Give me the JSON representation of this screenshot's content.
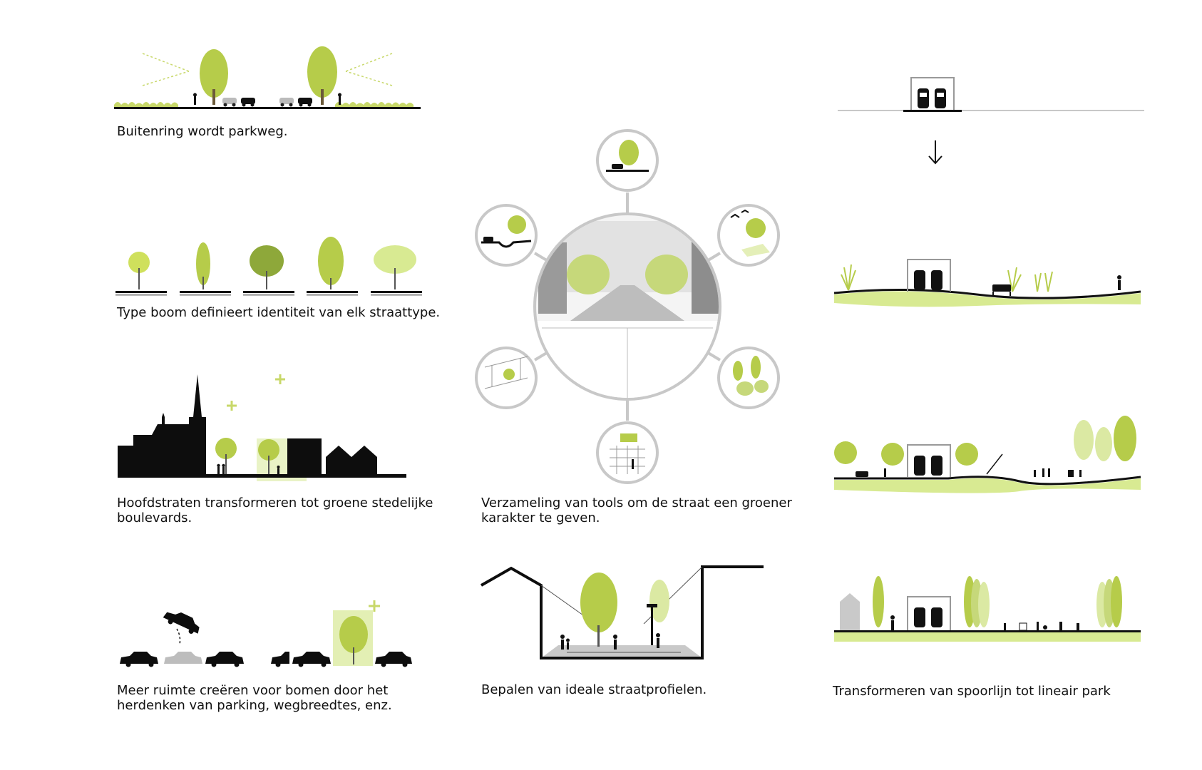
{
  "colors": {
    "tree_green": "#b6cc4a",
    "tree_dark": "#8ea83a",
    "ground_light_green": "#d8ea92",
    "circle_gray": "#c8c8c8",
    "ink": "#111111",
    "soft_gray": "#cfcfcf"
  },
  "captions": {
    "parkway": "Buitenring wordt parkweg.",
    "tree_types": "Type boom definieert identiteit van elk straattype.",
    "boulevards_line1": "Hoofdstraten transformeren tot groene stedelijke",
    "boulevards_line2": "boulevards.",
    "parking_line1": "Meer ruimte creëren voor bomen door het",
    "parking_line2": "herdenken van parking, wegbreedtes, enz.",
    "tools_line1": "Verzameling van tools om de straat een groener",
    "tools_line2": "karakter te geven.",
    "profiles": "Bepalen van ideale straatprofielen.",
    "linear_park": "Transformeren van spoorlijn tot lineair park"
  },
  "icons": {
    "arrow": "arrow-down-icon",
    "plus": "plus-icon",
    "train": "train-icon",
    "car": "car-icon"
  }
}
